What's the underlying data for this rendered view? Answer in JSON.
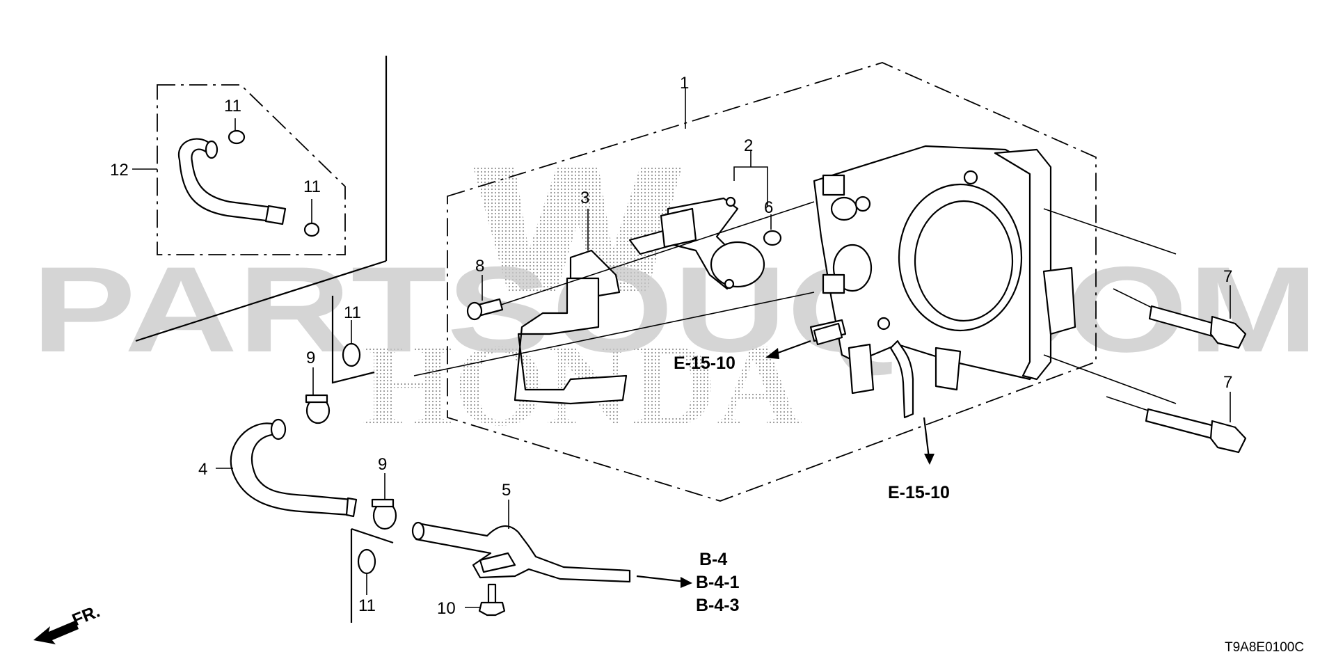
{
  "diagram": {
    "callouts": {
      "c1": "1",
      "c2": "2",
      "c3": "3",
      "c4": "4",
      "c5": "5",
      "c6": "6",
      "c7a": "7",
      "c7b": "7",
      "c8": "8",
      "c9a": "9",
      "c9b": "9",
      "c10": "10",
      "c11a": "11",
      "c11b": "11",
      "c11c": "11",
      "c11d": "11",
      "c12": "12"
    },
    "refs": {
      "e1": "E-15-10",
      "e2": "E-15-10",
      "b1": "B-4",
      "b2": "B-4-1",
      "b3": "B-4-3"
    },
    "front_label": "FR.",
    "diagram_code": "T9A8E0100C",
    "watermark": "PARTSOUQ.COM",
    "watermark_brand": "HONDA"
  },
  "colors": {
    "ink": "#000000",
    "watermark": "#c8c8c8",
    "background": "#ffffff"
  }
}
